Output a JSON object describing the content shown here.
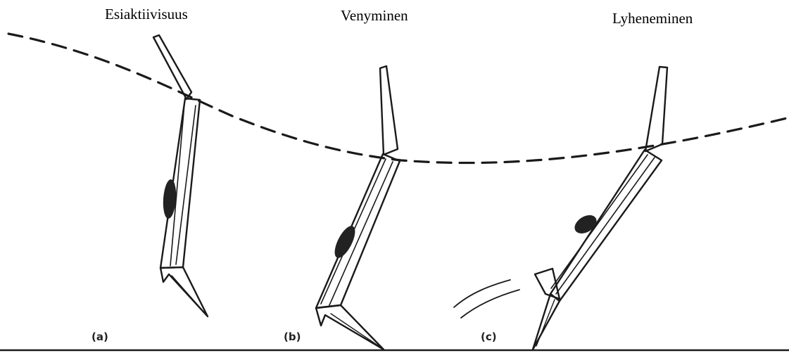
{
  "phases": [
    {
      "title": "Esiaktiivisuus",
      "label": "(a)"
    },
    {
      "title": "Venyminen",
      "label": "(b)"
    },
    {
      "title": "Lyheneminen",
      "label": "(c)"
    }
  ],
  "colors": {
    "line": "#1a1a1a",
    "muscle": "#222222",
    "background": "#ffffff"
  }
}
